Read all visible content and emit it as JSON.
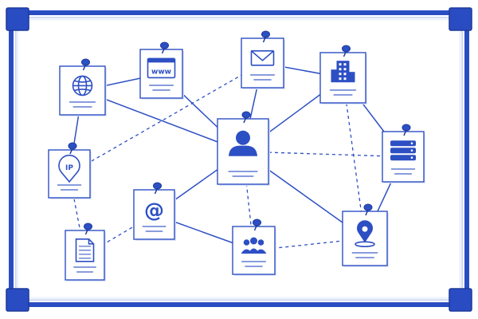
{
  "colors": {
    "ink": "#2d4fc4",
    "frame_outer": "#2a4cc2",
    "frame_inner": "#eef2fb",
    "corner": "#2a4cc2",
    "card_fill": "#ffffff",
    "background": "#ffffff"
  },
  "cards": [
    {
      "id": "globe",
      "icon": "globe-icon"
    },
    {
      "id": "web",
      "icon": "browser-window-icon",
      "label": "www"
    },
    {
      "id": "email",
      "icon": "envelope-icon"
    },
    {
      "id": "building",
      "icon": "office-building-icon"
    },
    {
      "id": "person",
      "icon": "person-silhouette-icon"
    },
    {
      "id": "ip",
      "icon": "ip-location-pin-icon",
      "label": "IP"
    },
    {
      "id": "server",
      "icon": "server-stack-icon"
    },
    {
      "id": "at",
      "icon": "at-sign-icon",
      "label": "@"
    },
    {
      "id": "document",
      "icon": "document-icon"
    },
    {
      "id": "group",
      "icon": "people-group-icon"
    },
    {
      "id": "location",
      "icon": "location-pin-icon"
    }
  ],
  "links": [
    {
      "from": "globe",
      "to": "web",
      "style": "solid"
    },
    {
      "from": "globe",
      "to": "ip",
      "style": "solid"
    },
    {
      "from": "globe",
      "to": "person",
      "style": "solid"
    },
    {
      "from": "web",
      "to": "person",
      "style": "solid"
    },
    {
      "from": "email",
      "to": "person",
      "style": "solid"
    },
    {
      "from": "email",
      "to": "building",
      "style": "solid"
    },
    {
      "from": "building",
      "to": "person",
      "style": "solid"
    },
    {
      "from": "building",
      "to": "server",
      "style": "solid"
    },
    {
      "from": "server",
      "to": "location",
      "style": "solid"
    },
    {
      "from": "person",
      "to": "at",
      "style": "solid"
    },
    {
      "from": "person",
      "to": "location",
      "style": "solid"
    },
    {
      "from": "at",
      "to": "group",
      "style": "solid"
    },
    {
      "from": "ip",
      "to": "email",
      "style": "dashed"
    },
    {
      "from": "ip",
      "to": "document",
      "style": "dashed"
    },
    {
      "from": "at",
      "to": "document",
      "style": "dashed"
    },
    {
      "from": "person",
      "to": "group",
      "style": "dashed"
    },
    {
      "from": "person",
      "to": "server",
      "style": "dashed"
    },
    {
      "from": "building",
      "to": "location",
      "style": "dashed"
    },
    {
      "from": "group",
      "to": "location",
      "style": "dashed"
    }
  ]
}
